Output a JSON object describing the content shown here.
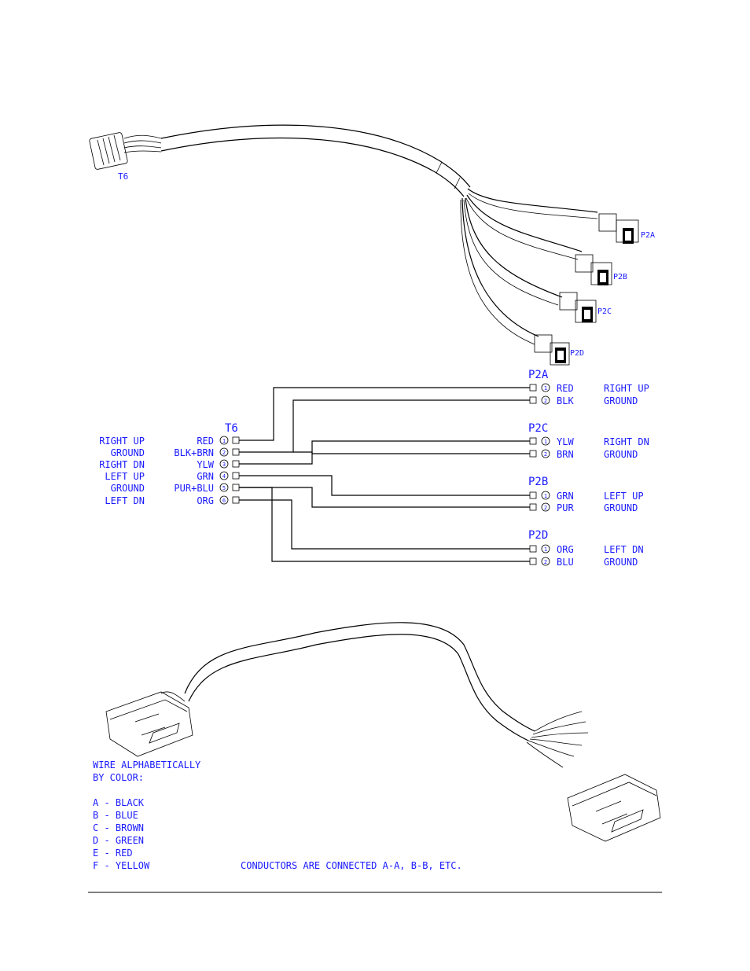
{
  "harness": {
    "t6_label": "T6",
    "p2a_label": "P2A",
    "p2b_label": "P2B",
    "p2c_label": "P2C",
    "p2d_label": "P2D"
  },
  "t6": {
    "title": "T6",
    "pins": [
      {
        "func": "RIGHT UP",
        "color": "RED",
        "num": "1"
      },
      {
        "func": "GROUND",
        "color": "BLK+BRN",
        "num": "2"
      },
      {
        "func": "RIGHT DN",
        "color": "YLW",
        "num": "3"
      },
      {
        "func": "LEFT UP",
        "color": "GRN",
        "num": "4"
      },
      {
        "func": "GROUND",
        "color": "PUR+BLU",
        "num": "5"
      },
      {
        "func": "LEFT DN",
        "color": "ORG",
        "num": "6"
      }
    ]
  },
  "connectors": {
    "p2a": {
      "title": "P2A",
      "pins": [
        {
          "num": "1",
          "color": "RED",
          "func": "RIGHT UP"
        },
        {
          "num": "2",
          "color": "BLK",
          "func": "GROUND"
        }
      ]
    },
    "p2c": {
      "title": "P2C",
      "pins": [
        {
          "num": "1",
          "color": "YLW",
          "func": "RIGHT DN"
        },
        {
          "num": "2",
          "color": "BRN",
          "func": "GROUND"
        }
      ]
    },
    "p2b": {
      "title": "P2B",
      "pins": [
        {
          "num": "1",
          "color": "GRN",
          "func": "LEFT UP"
        },
        {
          "num": "2",
          "color": "PUR",
          "func": "GROUND"
        }
      ]
    },
    "p2d": {
      "title": "P2D",
      "pins": [
        {
          "num": "1",
          "color": "ORG",
          "func": "LEFT DN"
        },
        {
          "num": "2",
          "color": "BLU",
          "func": "GROUND"
        }
      ]
    }
  },
  "notes": {
    "heading1": "WIRE ALPHABETICALLY",
    "heading2": "BY COLOR:",
    "items": [
      "A - BLACK",
      "B - BLUE",
      "C - BROWN",
      "D - GREEN",
      "E - RED",
      "F - YELLOW"
    ],
    "connected": "CONDUCTORS ARE CONNECTED A-A, B-B, ETC."
  },
  "colors": {
    "text": "#1a1aff",
    "line": "#000000"
  }
}
